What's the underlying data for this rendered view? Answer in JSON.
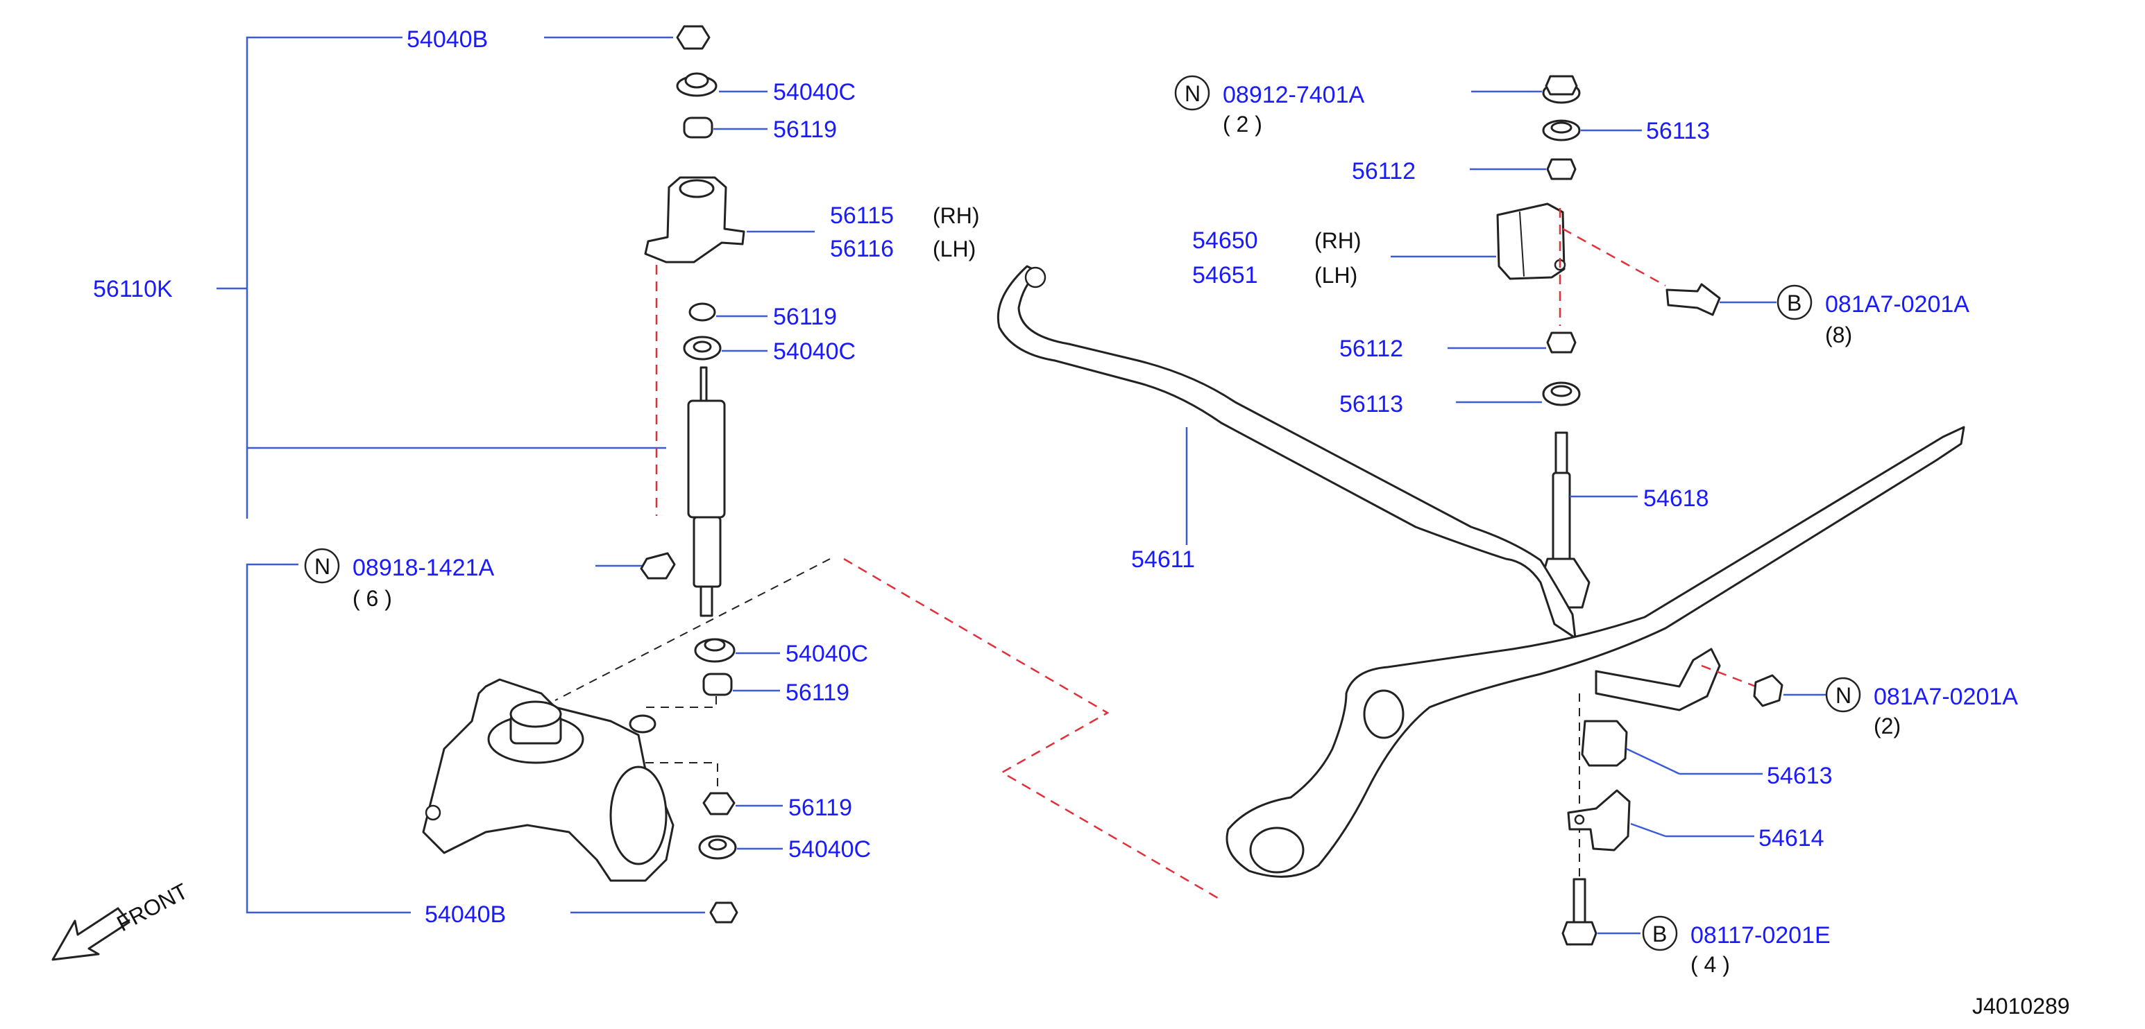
{
  "callouts": {
    "assembly_56110K": "56110K",
    "top_nut_54040B": "54040B",
    "upper_washer_54040C": "54040C",
    "upper_bushing_56119": "56119",
    "bracket_rh_num": "56115",
    "bracket_rh_side": "(RH)",
    "bracket_lh_num": "56116",
    "bracket_lh_side": "(LH)",
    "mid_bushing_56119": "56119",
    "mid_washer_54040C": "54040C",
    "nut_n_part": "08918-1421A",
    "nut_n_qty": "( 6 )",
    "lower_washer_54040C": "54040C",
    "lower_bushing_56119": "56119",
    "arm_bushing_56119": "56119",
    "arm_washer_54040C": "54040C",
    "bottom_nut_54040B": "54040B",
    "front_label": "FRONT",
    "stab_nut_part": "08912-7401A",
    "stab_nut_qty": "( 2 )",
    "stab_washer_56113": "56113",
    "stab_bushing_56112": "56112",
    "stab_bracket_rh_num": "54650",
    "stab_bracket_rh_side": "(RH)",
    "stab_bracket_lh_num": "54651",
    "stab_bracket_lh_side": "(LH)",
    "bolt_b_part": "081A7-0201A",
    "bolt_b_qty": "(8)",
    "stab_bushing2_56112": "56112",
    "stab_washer2_56113": "56113",
    "link_54618": "54618",
    "bar_54611": "54611",
    "nut_n2_part": "081A7-0201A",
    "nut_n2_qty": "(2)",
    "bushing_54613": "54613",
    "clamp_54614": "54614",
    "bolt_b2_part": "08117-0201E",
    "bolt_b2_qty": "( 4 )",
    "diagram_id": "J4010289"
  },
  "symbols": {
    "n_marker": "N",
    "b_marker": "B"
  },
  "colors": {
    "label_blue": "#1a1aff",
    "leader_blue": "#3b5bdb",
    "dash_red": "#e0303a",
    "part_outline": "#222222"
  }
}
